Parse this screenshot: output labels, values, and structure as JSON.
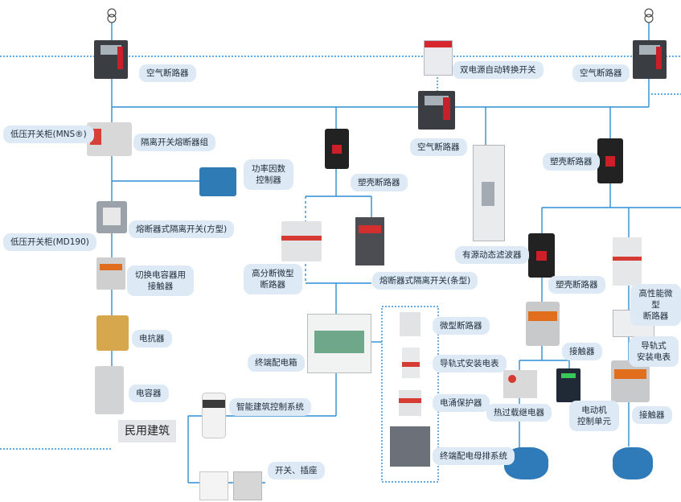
{
  "colors": {
    "wire": "#2e8ed6",
    "dash": "#2e8ed6",
    "label_bg": "#dde9f4",
    "text": "#1d2d3d"
  },
  "icons": [
    "transformer-symbol-left",
    "transformer-symbol-right",
    "air-circuit-breaker",
    "dual-power-switch",
    "isolating-fuse-switch",
    "power-factor-controller",
    "fuse-switch-square",
    "capacitor-contactor",
    "reactor",
    "capacitor",
    "molded-case-breaker",
    "miniature-breaker",
    "fuse-switch-strip",
    "consumer-unit",
    "smart-control-panel",
    "wall-socket",
    "light-switch",
    "filter-cabinet",
    "contactor",
    "thermal-relay",
    "motor-control-unit",
    "motor",
    "din-meter"
  ],
  "labels": {
    "acb_left": "空气断路器",
    "ats": "双电源自动转换开关",
    "acb_right": "空气断路器",
    "lv_mns": "低压开关柜(MNS®)",
    "isolator": "隔离开关熔断器组",
    "acb_center": "空气断路器",
    "pf_controller": "功率因数\n控制器",
    "mccb_1": "塑壳断路器",
    "mccb_right": "塑壳断路器",
    "fuse_square": "熔断器式隔离开关(方型)",
    "lv_md190": "低压开关柜(MD190)",
    "cap_contactor": "切换电容器用\n接触器",
    "hbc_mcb": "高分断微型\n断路器",
    "fuse_strip": "熔断器式隔离开关(条型)",
    "active_filter": "有源动态滤波器",
    "mccb_3": "塑壳断路器",
    "hp_mcb": "高性能微型\n断路器",
    "reactor": "电抗器",
    "mcb": "微型断路器",
    "din_meter": "导轨式安装电表",
    "din_meter_r": "导轨式\n安装电表",
    "consumer_unit": "终端配电箱",
    "contactor_1": "接触器",
    "capacitor": "电容器",
    "spd": "电涌保护器",
    "smart_building": "智能建筑控制系统",
    "thermal_relay": "热过载继电器",
    "motor_unit": "电动机\n控制单元",
    "contactor_2": "接触器",
    "civil": "民用建筑",
    "busbar": "终端配电母排系统",
    "switch_socket": "开关、插座"
  }
}
